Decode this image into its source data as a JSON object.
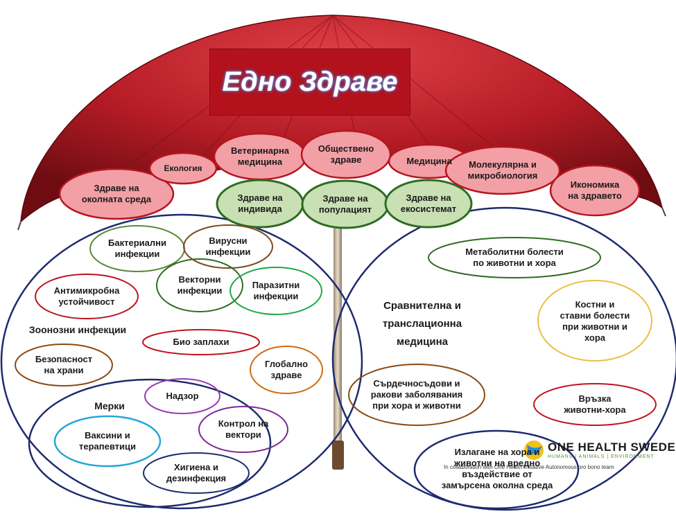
{
  "title": "Едно Здраве",
  "canopy_top": [
    {
      "id": "ecology",
      "label": "Екология"
    },
    {
      "id": "vet",
      "label": "Ветеринарна\nмедицина"
    },
    {
      "id": "public",
      "label": "Обществено\nздраве"
    },
    {
      "id": "medicine",
      "label": "Медицина"
    },
    {
      "id": "molecular",
      "label": "Молекулярна и\nмикробиология"
    },
    {
      "id": "economics",
      "label": "Икономика\nна здравето"
    },
    {
      "id": "env",
      "label": "Здраве на\nоколната среда"
    }
  ],
  "canopy_health": [
    {
      "id": "individual",
      "label": "Здраве на\nиндивида"
    },
    {
      "id": "population",
      "label": "Здраве на\nпопулацият"
    },
    {
      "id": "ecosystem",
      "label": "Здраве на\nекосистемат"
    }
  ],
  "left_section": {
    "heading": "Зоонозни инфекции",
    "items": [
      {
        "id": "bacterial",
        "label": "Бактериални\nинфекции"
      },
      {
        "id": "viral",
        "label": "Вирусни\nинфекции"
      },
      {
        "id": "vector",
        "label": "Векторни\nинфекции"
      },
      {
        "id": "parasitic",
        "label": "Паразитни\nинфекции"
      },
      {
        "id": "amr",
        "label": "Антимикробна\nустойчивост"
      },
      {
        "id": "bio",
        "label": "Био заплахи"
      },
      {
        "id": "food",
        "label": "Безопасност\nна храни"
      },
      {
        "id": "global",
        "label": "Глобално\nздраве"
      }
    ],
    "measures": {
      "heading": "Мерки",
      "items": [
        {
          "id": "surveillance",
          "label": "Надзор"
        },
        {
          "id": "vaccines",
          "label": "Ваксини и\nтерапевтици"
        },
        {
          "id": "vectorctrl",
          "label": "Контрол на\nвектори"
        },
        {
          "id": "hygiene",
          "label": "Хигиена и\nдезинфекция"
        }
      ]
    }
  },
  "right_section": {
    "heading": "Сравнителна и\nтранслационна\nмедицина",
    "items": [
      {
        "id": "metabolic",
        "label": "Метаболитни болести\nпо животни и хора"
      },
      {
        "id": "bone",
        "label": "Костни и\nставни болести\nпри животни и\nхора"
      },
      {
        "id": "cardio",
        "label": "Сърдечносъдови и\nракови заболявания\nпри хора и животни"
      },
      {
        "id": "link",
        "label": "Връзка\nживотни-хора"
      },
      {
        "id": "exposure",
        "label": "Излагане на хора и\nживотни на вредно\nвъздействие от\nзамърсена околна среда"
      }
    ]
  },
  "logo": {
    "name": "ONE HEALTH SWEDEN",
    "sub": "HUMANS | ANIMALS | ENVIRONMENT",
    "note": "In collaboration with One Health Initiative Autonomous pro bono team"
  },
  "colors": {
    "umbrella": "#b01a22",
    "umbrella_dark": "#7a0d13",
    "title_bg": "#b3121c",
    "red_oval_fill": "#f2a0a6",
    "red_oval_stroke": "#b8141e",
    "green_oval_fill": "#c8e0b4",
    "green_oval_stroke": "#2e6b22",
    "circle_stroke": "#1e2a6e"
  }
}
